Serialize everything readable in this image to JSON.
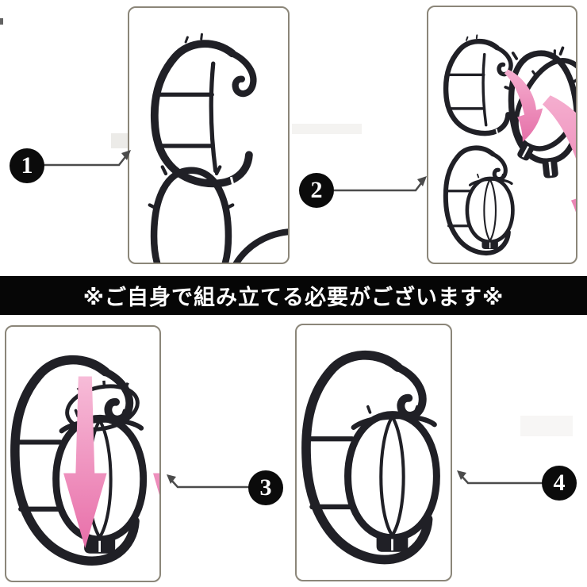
{
  "banner": {
    "text": "※ご自身で組み立てる必要がございます※"
  },
  "steps": [
    {
      "number": "1",
      "illustration": "wig-hanger-parts-overview"
    },
    {
      "number": "2",
      "illustration": "wig-hanger-attach-head-frame"
    },
    {
      "number": "3",
      "illustration": "wig-hanger-press-in-ring"
    },
    {
      "number": "4",
      "illustration": "wig-hanger-assembled"
    }
  ],
  "colors": {
    "background": "#ffffff",
    "banner_bg": "#060606",
    "banner_text": "#ffffff",
    "badge_bg": "#0b0b0b",
    "badge_text": "#ffffff",
    "frame_border": "#8b8679",
    "connector_arrow": "#4b4b4b",
    "plastic_black": "#202026",
    "pink_arrow_dark": "#e86fa9",
    "pink_arrow_light": "#f7bcd8"
  }
}
